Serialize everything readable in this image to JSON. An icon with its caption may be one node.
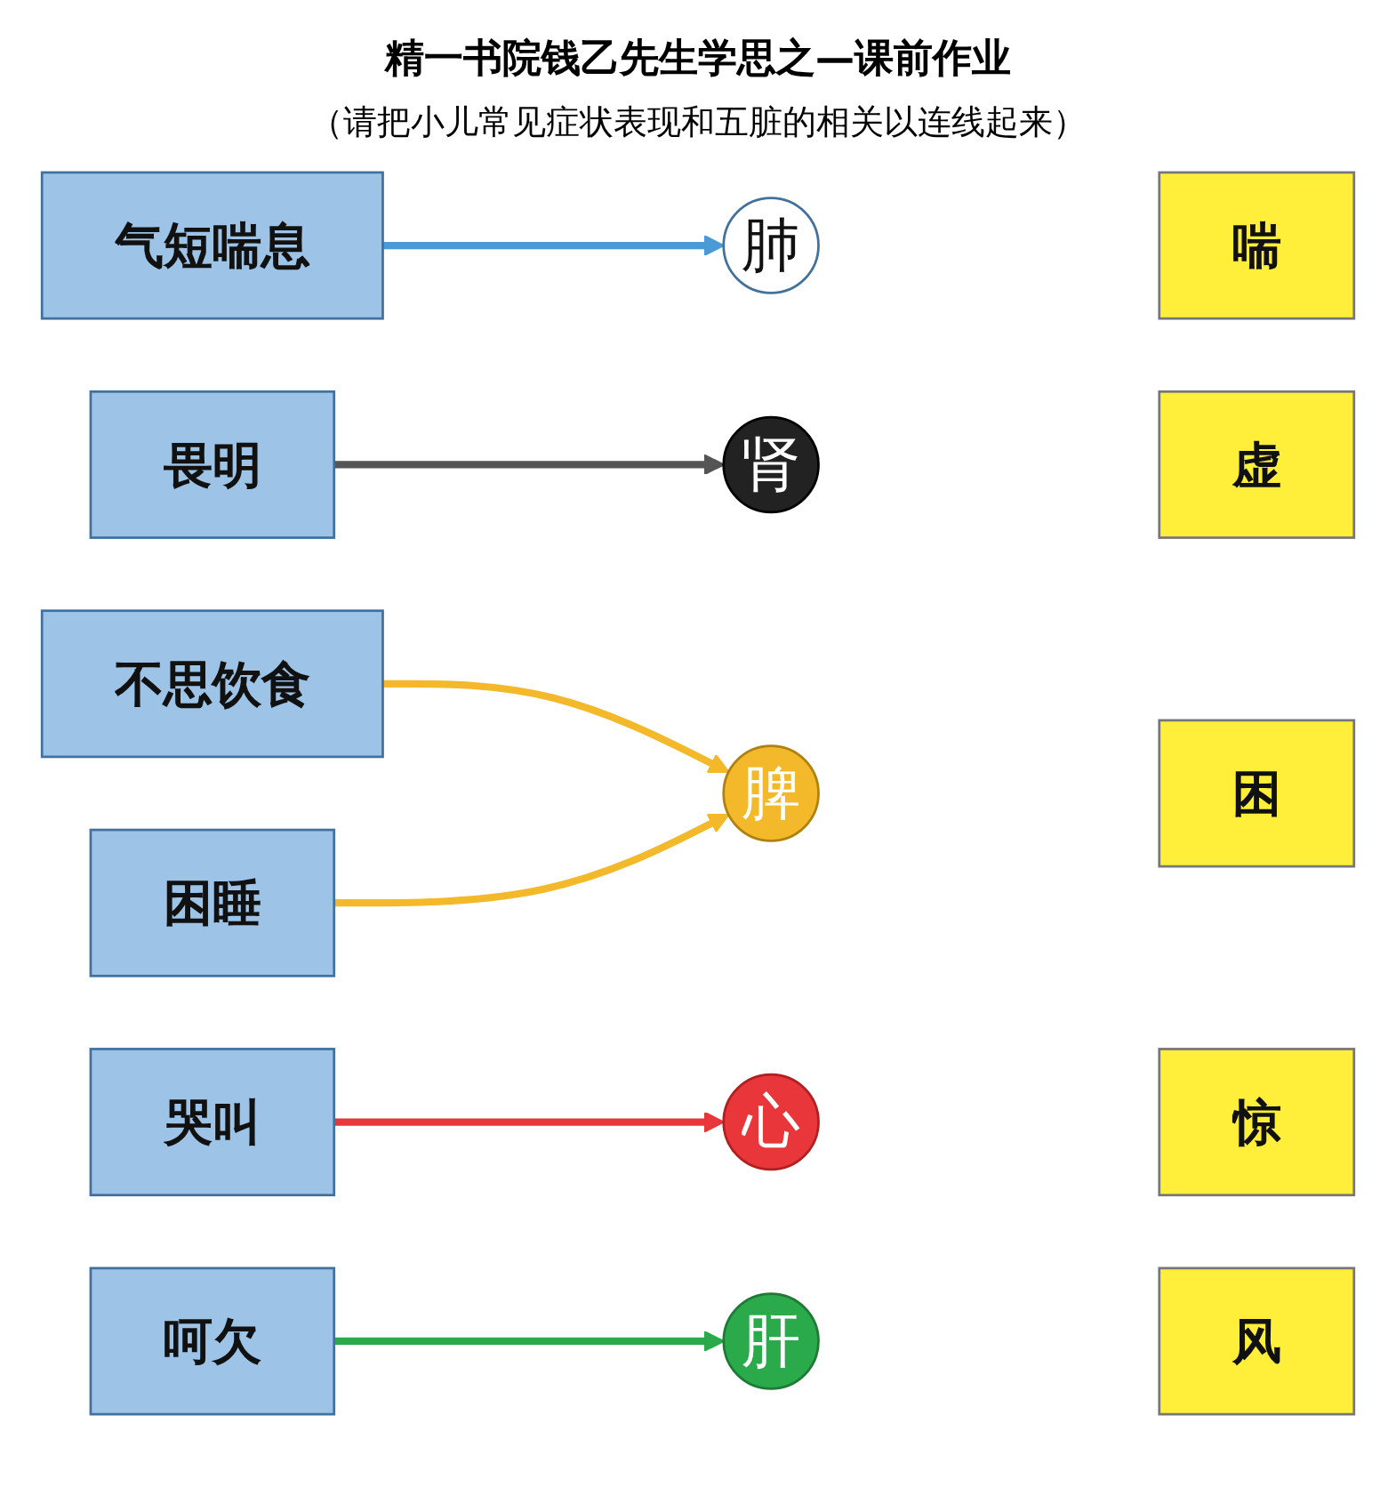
{
  "diagram": {
    "title": "精一书院钱乙先生学思之—课前作业",
    "nodes": [
      {
        "text": [
          "气短喘息"
        ]
      },
      {
        "text": [
          "畏明"
        ]
      },
      {
        "text": [
          "不思饮食"
        ]
      },
      {
        "text": [
          "哭叫"
        ]
      },
      {
        "text": [
          "困睡"
        ]
      },
      {
        "text": [
          "呵欠"
        ]
      },
      {
        "text": [
          "心"
        ]
      },
      {
        "text": [
          "肝"
        ]
      },
      {
        "text": [
          "脾"
        ]
      },
      {
        "text": [
          "肺"
        ]
      },
      {
        "text": [
          "肾"
        ]
      },
      {
        "text": [
          "惊"
        ]
      },
      {
        "text": [
          "风"
        ]
      },
      {
        "text": [
          "困"
        ]
      },
      {
        "text": [
          "喘"
        ]
      },
      {
        "text": [
          "虚"
        ]
      }
    ],
    "edges": [
      {
        "from": 0,
        "to": 9,
        "arrow": "to",
        "color": "#4a9ad8"
      },
      {
        "from": 1,
        "to": 10,
        "arrow": "to",
        "color": "#555555"
      },
      {
        "from": 2,
        "to": 8,
        "arrow": "to",
        "color": "#f4b92a"
      },
      {
        "from": 3,
        "to": 6,
        "arrow": "to",
        "color": "#e8363a"
      },
      {
        "from": 4,
        "to": 8,
        "arrow": "to",
        "color": "#f4b92a"
      },
      {
        "from": 5,
        "to": 7,
        "arrow": "to",
        "color": "#2aaa4a"
      }
    ],
    "labels": [
      "（请把小儿常见症状表现和五脏的相关以连线起来）"
    ]
  }
}
